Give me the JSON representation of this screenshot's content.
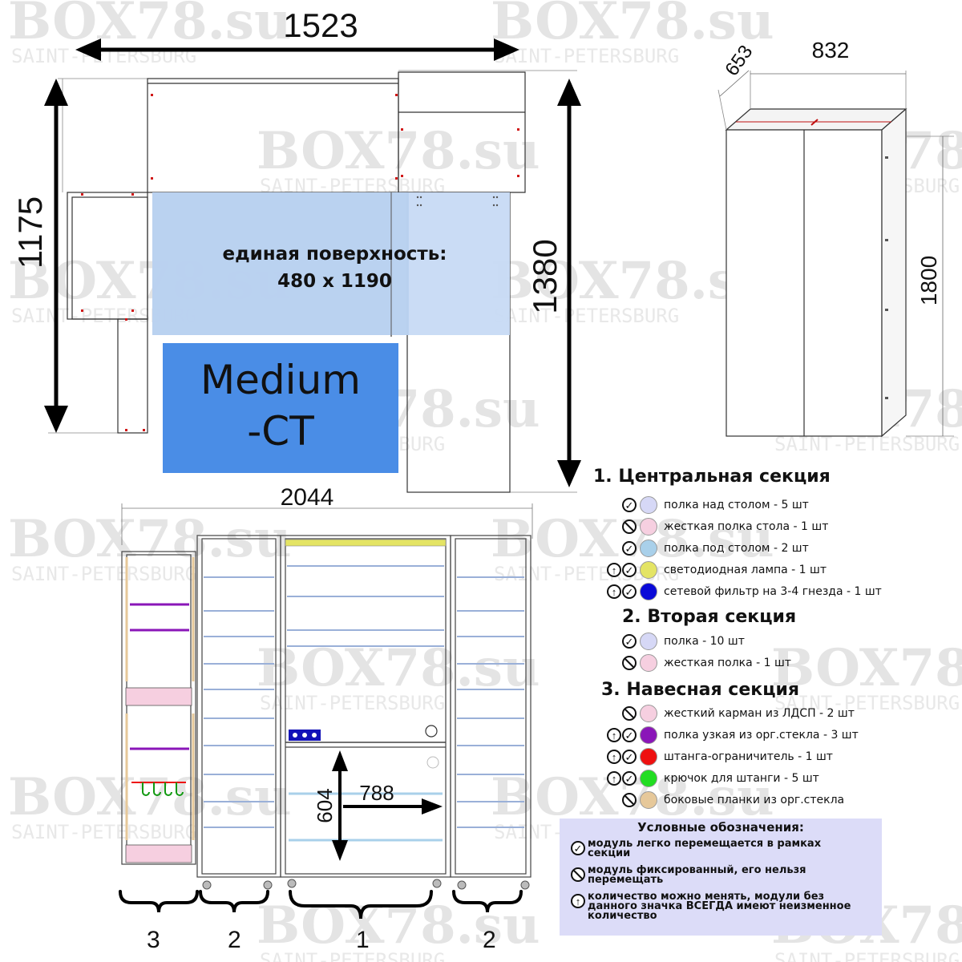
{
  "watermark": {
    "brand": "BOX78.su",
    "city": "SAINT-PETERSBURG",
    "brand_short": "BOX78",
    "city_short": "SAINT-PETER"
  },
  "top_view": {
    "width_label": "1523",
    "left_depth_label": "1175",
    "right_depth_label": "1380",
    "surface_label_line1": "единая поверхность:",
    "surface_label_line2": "480 x 1190",
    "model_line1": "Medium",
    "model_line2": "-CT"
  },
  "cabinet_3d": {
    "depth_label": "653",
    "width_label": "832",
    "height_label": "1800"
  },
  "front_view": {
    "width_label": "2044",
    "opening_width_label": "788",
    "opening_height_label": "604",
    "section_numbers": [
      "3",
      "2",
      "1",
      "2"
    ]
  },
  "legend": {
    "sections": [
      {
        "title": "1. Центральная секция",
        "items": [
          {
            "icons": [
              "check"
            ],
            "color": "#d6d8f6",
            "text": "полка над столом - 5 шт"
          },
          {
            "icons": [
              "no"
            ],
            "color": "#f6cfe0",
            "text": "жесткая полка стола - 1 шт"
          },
          {
            "icons": [
              "check"
            ],
            "color": "#a9d0ea",
            "text": "полка под столом - 2 шт"
          },
          {
            "icons": [
              "up",
              "check"
            ],
            "color": "#e4e464",
            "text": "светодиодная лампа - 1 шт"
          },
          {
            "icons": [
              "up",
              "check"
            ],
            "color": "#0a0ad8",
            "text": "сетевой фильтр на 3-4 гнезда - 1 шт"
          }
        ]
      },
      {
        "title": "2. Вторая секция",
        "items": [
          {
            "icons": [
              "check"
            ],
            "color": "#d6d8f6",
            "text": "полка - 10 шт"
          },
          {
            "icons": [
              "no"
            ],
            "color": "#f6cfe0",
            "text": "жесткая полка - 1 шт"
          }
        ]
      },
      {
        "title": "3. Навесная секция",
        "items": [
          {
            "icons": [
              "no"
            ],
            "color": "#f6cfe0",
            "text": "жесткий карман из ЛДСП - 2 шт"
          },
          {
            "icons": [
              "up",
              "check"
            ],
            "color": "#8a16b8",
            "text": "полка узкая из орг.стекла - 3 шт"
          },
          {
            "icons": [
              "up",
              "check"
            ],
            "color": "#ee1010",
            "text": "штанга-ограничитель - 1 шт"
          },
          {
            "icons": [
              "up",
              "check"
            ],
            "color": "#22dd22",
            "text": "крючок для штанги - 5 шт"
          },
          {
            "icons": [
              "no"
            ],
            "color": "#e6c89a",
            "text": "боковые планки из орг.стекла"
          }
        ]
      }
    ],
    "notes_title": "Условные обозначения:",
    "notes": [
      {
        "icon": "check",
        "text": "модуль легко перемещается в рамках секции"
      },
      {
        "icon": "no",
        "text": "модуль фиксированный, его нельзя перемещать"
      },
      {
        "icon": "up",
        "text": "количество можно менять, модули без данного значка ВСЕГДА имеют неизменное количество"
      }
    ]
  }
}
